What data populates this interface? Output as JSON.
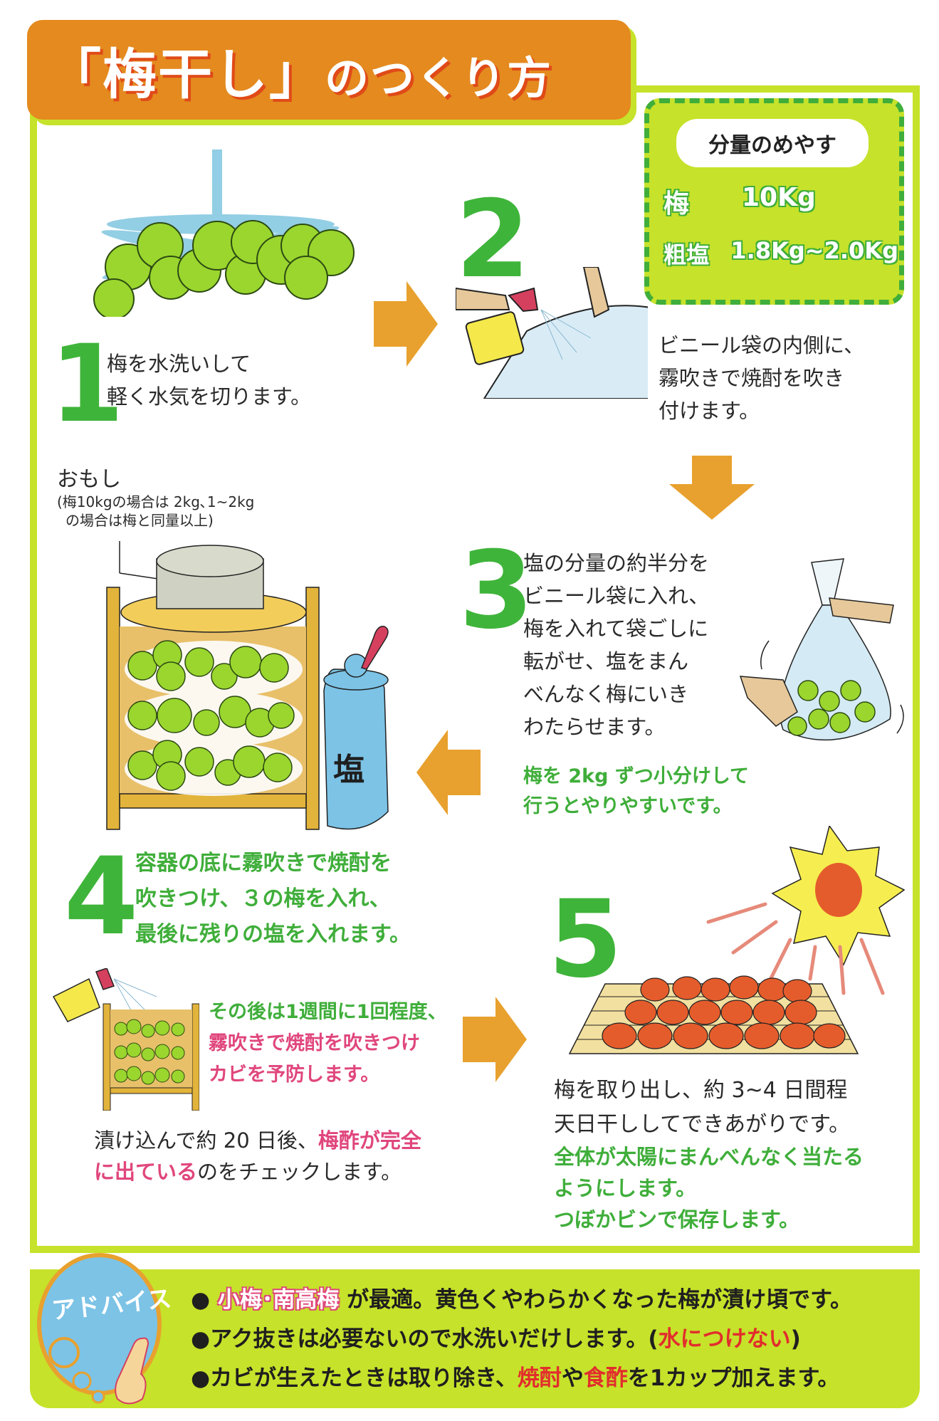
{
  "title": {
    "main": "「梅干し」",
    "sub": "のつくり方"
  },
  "quantity_box": {
    "heading": "分量のめやす",
    "rows": [
      {
        "label": "梅",
        "value": "10Kg"
      },
      {
        "label": "粗塩",
        "value": "1.8Kg~2.0Kg"
      }
    ]
  },
  "steps": [
    {
      "number": "1",
      "lines": [
        "梅を水洗いして",
        "軽く水気を切ります。"
      ]
    },
    {
      "number": "2",
      "lines": [
        "ビニール袋の内側に、",
        "霧吹きで焼酎を吹き",
        "付けます。"
      ]
    },
    {
      "number": "3",
      "lines": [
        "塩の分量の約半分を",
        "ビニール袋に入れ、",
        "梅を入れて袋ごしに",
        "転がせ、塩をまん",
        "べんなく梅にいき",
        "わたらせます。"
      ],
      "tip_lines": [
        "梅を 2kg ずつ小分けして",
        "行うとやりやすいです。"
      ]
    },
    {
      "number": "4",
      "lines": [
        "容器の底に霧吹きで焼酎を",
        "吹きつけ、３の梅を入れ、",
        "最後に残りの塩を入れます。"
      ],
      "followup": {
        "green": "その後は1週間に1回程度、",
        "pink_lines": [
          "霧吹きで焼酎を吹きつけ",
          "カビを予防します。"
        ]
      },
      "check": {
        "pre": "漬け込んで約 20 日後、",
        "highlight_1": "梅酢が完全",
        "highlight_2": "に出ている",
        "post": "のをチェックします。"
      }
    },
    {
      "number": "5",
      "lines": [
        "梅を取り出し、約 3~4 日間程",
        "天日干ししてできあがりです。"
      ],
      "tip_lines": [
        "全体が太陽にまんべんなく当たる",
        "ようにします。",
        "つぼかビンで保存します。"
      ]
    }
  ],
  "weight_note": {
    "heading": "おもし",
    "lines": [
      "(梅10kgの場合は 2kg､1~2kg",
      "の場合は梅と同量以上)"
    ]
  },
  "salt_jar_label": "塩",
  "advice": {
    "label": "アドバイス",
    "items": [
      {
        "parts": [
          {
            "t": "小梅･南高梅",
            "style": "pink"
          },
          {
            "t": " が最適。黄色くやわらかくなった梅が漬け頃です。",
            "style": "plain"
          }
        ]
      },
      {
        "parts": [
          {
            "t": "アク抜きは必要ないので水洗いだけします。(",
            "style": "plain"
          },
          {
            "t": "水につけない",
            "style": "red"
          },
          {
            "t": ")",
            "style": "plain"
          }
        ]
      },
      {
        "parts": [
          {
            "t": "カビが生えたときは取り除き、",
            "style": "plain"
          },
          {
            "t": "焼酎",
            "style": "red"
          },
          {
            "t": "や",
            "style": "plain"
          },
          {
            "t": "食酢",
            "style": "red"
          },
          {
            "t": "を1カップ加えます。",
            "style": "plain"
          }
        ]
      }
    ]
  },
  "colors": {
    "orange": "#e48a1f",
    "lime": "#c6e22a",
    "green": "#3fb43a",
    "pink": "#e0467c",
    "red": "#e22d2d",
    "sky": "#7cc3e6"
  }
}
